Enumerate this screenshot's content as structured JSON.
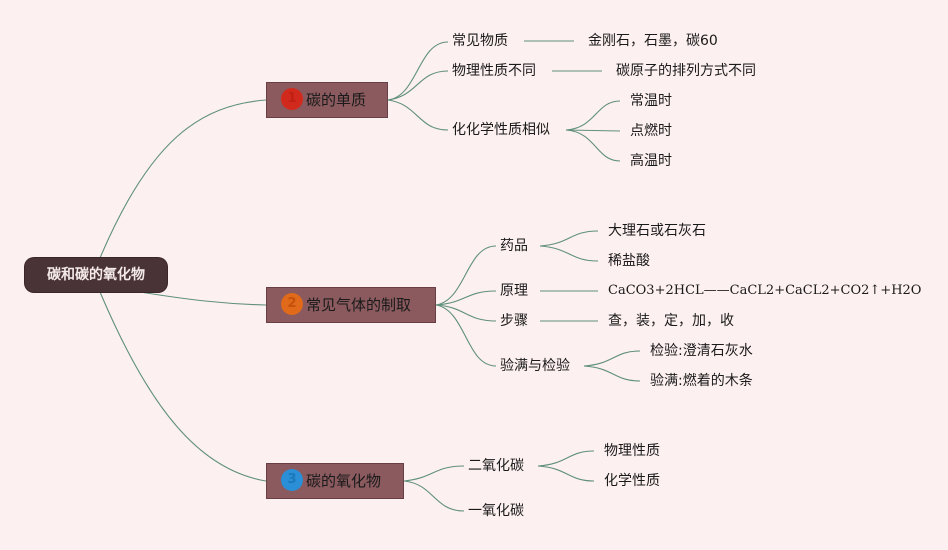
{
  "root": {
    "label": "碳和碳的氧化物"
  },
  "branches": [
    {
      "number": "1",
      "badge_color": "#d12a1c",
      "badge_text_color": "#c01f14",
      "label": "碳的单质",
      "children": [
        {
          "label": "常见物质",
          "detail": "金刚石，石墨，碳60"
        },
        {
          "label": "物理性质不同",
          "detail": "碳原子的排列方式不同"
        },
        {
          "label": "化化学性质相似",
          "items": [
            "常温时",
            "点燃时",
            "高温时"
          ]
        }
      ]
    },
    {
      "number": "2",
      "badge_color": "#e06a1a",
      "badge_text_color": "#c4500c",
      "label": "常见气体的制取",
      "children": [
        {
          "label": "药品",
          "items": [
            "大理石或石灰石",
            "稀盐酸"
          ]
        },
        {
          "label": "原理",
          "detail": "CaCO3+2HCL——CaCL2+CaCL2+CO2↑+H2O"
        },
        {
          "label": "步骤",
          "detail": "查，装，定，加，收"
        },
        {
          "label": "验满与检验",
          "items": [
            "检验:澄清石灰水",
            "验满:燃着的木条"
          ]
        }
      ]
    },
    {
      "number": "3",
      "badge_color": "#2a8fd6",
      "badge_text_color": "#1c78b8",
      "label": "碳的氧化物",
      "children": [
        {
          "label": "二氧化碳",
          "items": [
            "物理性质",
            "化学性质"
          ]
        },
        {
          "label": "一氧化碳"
        }
      ]
    }
  ]
}
